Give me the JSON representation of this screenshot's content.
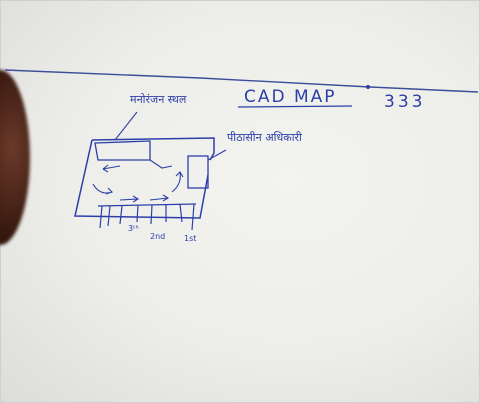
{
  "title_text": "CAD MAP",
  "number_text": "333",
  "label_top": "मनोरंजन स्थल",
  "label_right": "पीठासीन अधिकारी",
  "tick_a": "3ᵗʰ",
  "tick_b": "2nd",
  "tick_c": "1st",
  "ink_color": "#2c3fa8"
}
